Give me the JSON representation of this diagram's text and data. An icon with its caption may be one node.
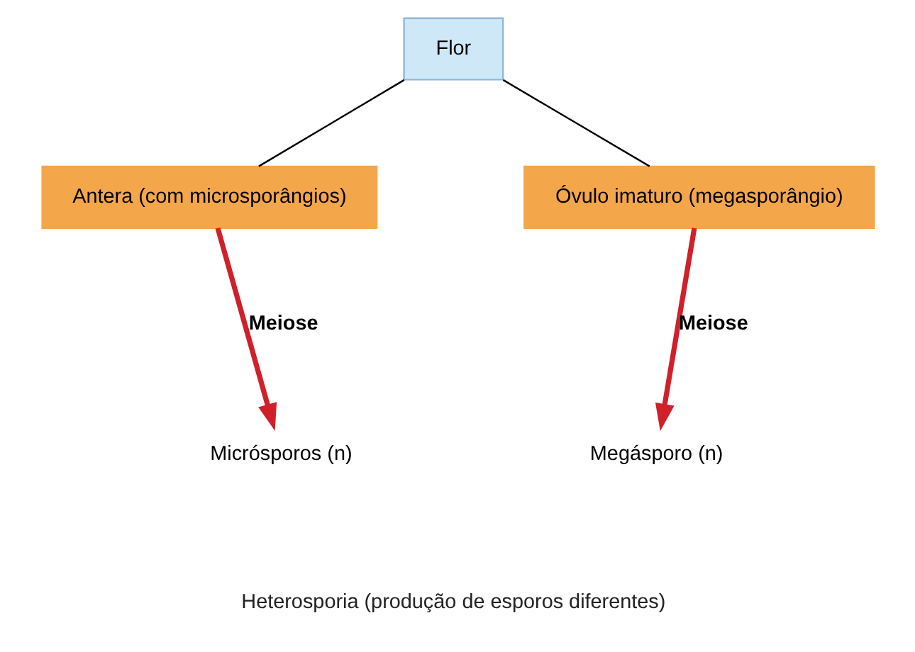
{
  "diagram": {
    "nodes": [
      {
        "text": [
          "Flor"
        ]
      },
      {
        "text": [
          "Antera (com microsporângios)"
        ]
      },
      {
        "text": [
          "Óvulo imaturo (megasporângio)"
        ]
      },
      {
        "text": [
          "Micrósporos (n)"
        ]
      },
      {
        "text": [
          "Megásporo (n)"
        ]
      }
    ],
    "edges": [
      {
        "from": 0,
        "to": 1,
        "arrow": "none"
      },
      {
        "from": 0,
        "to": 2,
        "arrow": "none"
      },
      {
        "from": 1,
        "to": 3,
        "arrow": "to",
        "label": "Meiose",
        "style": "thick",
        "color": "#d0202a"
      },
      {
        "from": 2,
        "to": 4,
        "arrow": "to",
        "label": "Meiose",
        "style": "thick",
        "color": "#d0202a"
      }
    ],
    "labels": [
      "Heterosporia (produção de esporos diferentes)"
    ]
  }
}
